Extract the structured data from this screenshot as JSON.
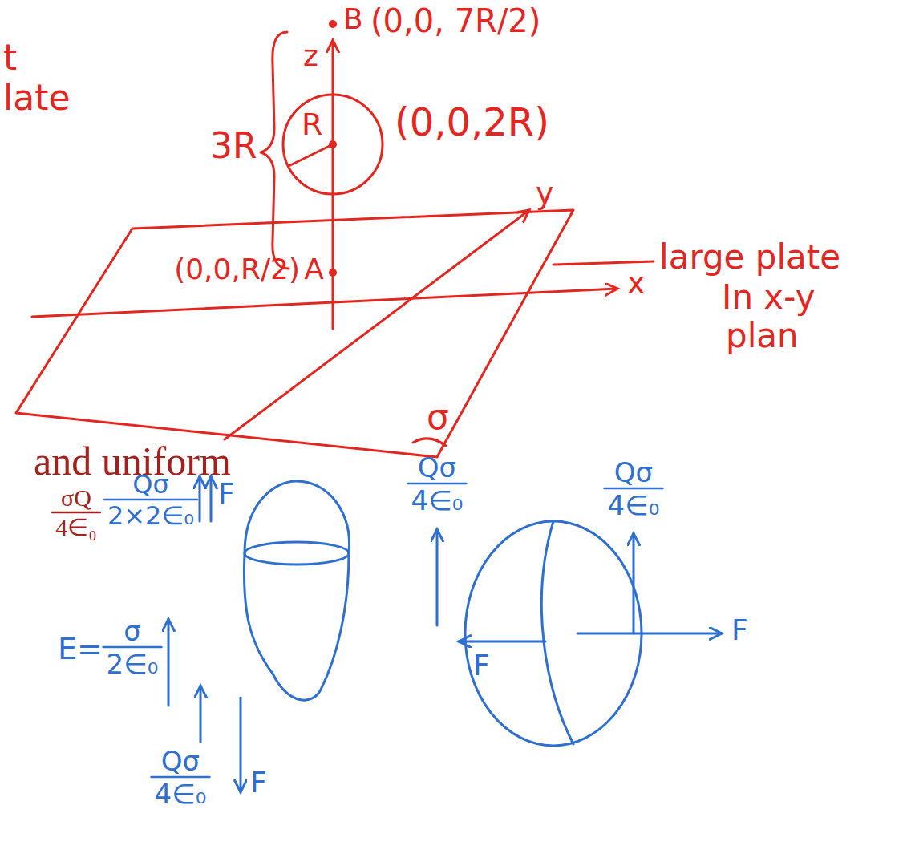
{
  "diagram": {
    "labels": [
      "t",
      "late",
      "B",
      "(0,0, 7R/2)",
      "z",
      "3R",
      "R",
      "(0,0,2R)",
      "(0,0,R/2)",
      "A",
      "y",
      "x",
      "large plate",
      "In x-y",
      "plan",
      "σ",
      "and uniform",
      "σQ",
      "4∈₀",
      "Qσ",
      "2×2∈₀",
      "F",
      "E=",
      "σ",
      "2∈₀",
      "Qσ",
      "4∈₀",
      "F",
      "Qσ",
      "4∈₀",
      "F",
      "Qσ",
      "4∈₀",
      "F"
    ]
  }
}
